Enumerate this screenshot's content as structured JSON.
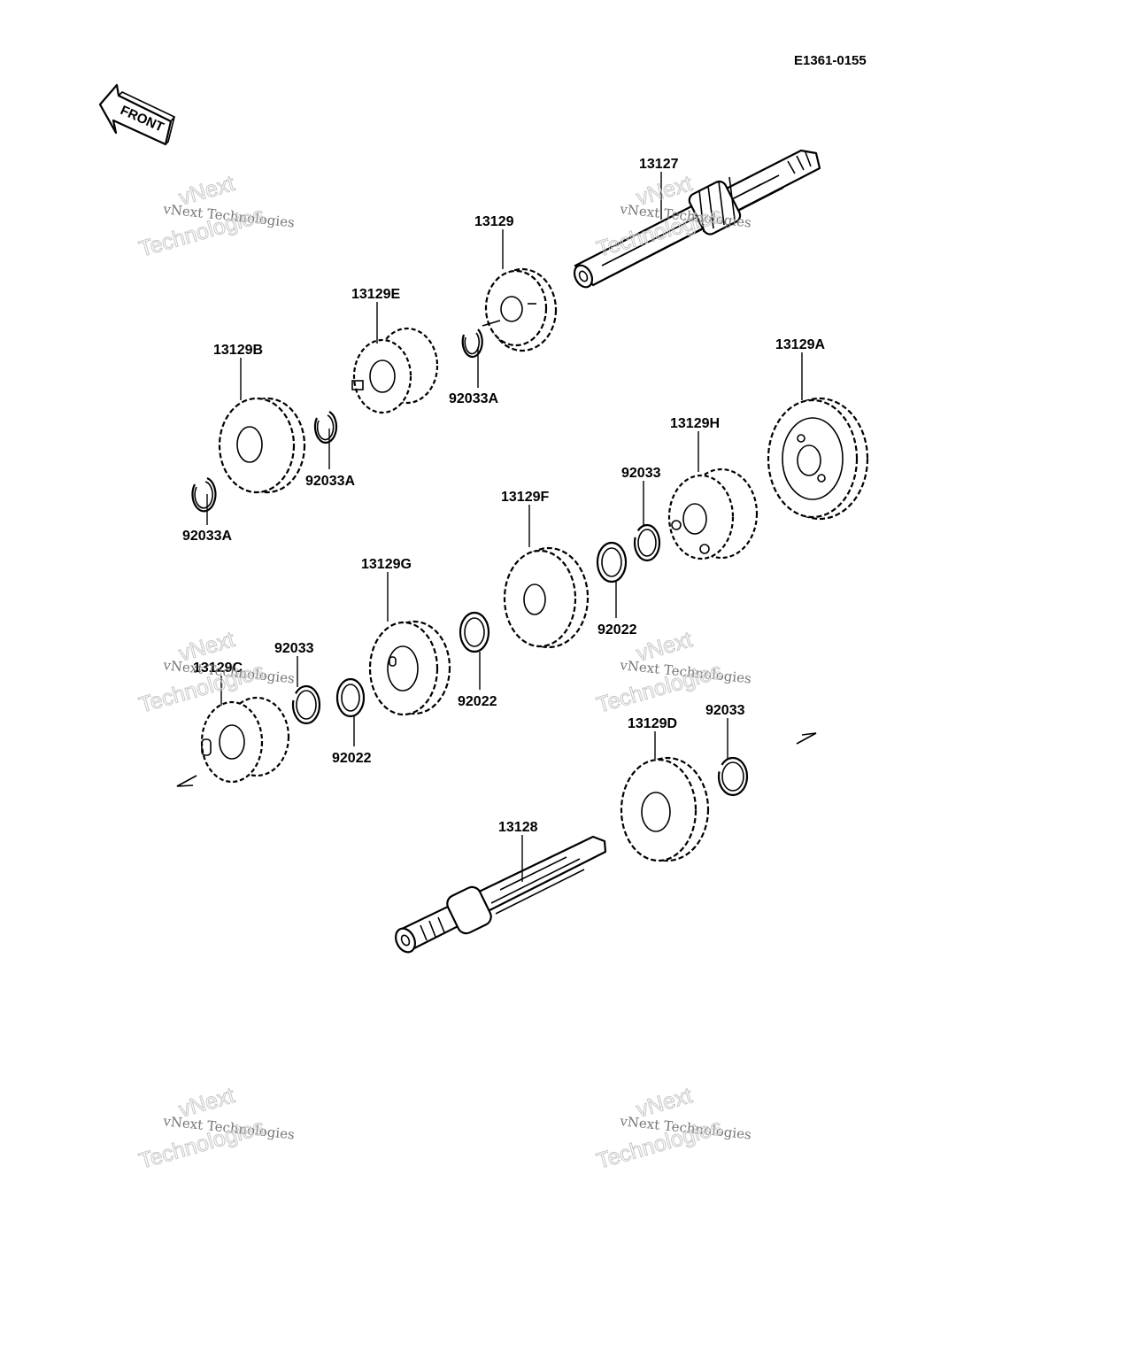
{
  "diagram_code": "E1361-0155",
  "front_label": "FRONT",
  "watermark": {
    "line1": "vNext Technologies",
    "line2_top": "vNext",
    "line2_bottom": "Technologies"
  },
  "parts": [
    {
      "id": "13127",
      "type": "shaft-main"
    },
    {
      "id": "13129",
      "type": "gear"
    },
    {
      "id": "13129E",
      "type": "gear"
    },
    {
      "id": "13129B",
      "type": "gear"
    },
    {
      "id": "13129A",
      "type": "gear"
    },
    {
      "id": "13129H",
      "type": "gear"
    },
    {
      "id": "13129F",
      "type": "gear"
    },
    {
      "id": "13129G",
      "type": "gear"
    },
    {
      "id": "13129C",
      "type": "gear"
    },
    {
      "id": "13129D",
      "type": "gear"
    },
    {
      "id": "13128",
      "type": "shaft-drive"
    },
    {
      "id": "92033A",
      "type": "circlip"
    },
    {
      "id": "92033",
      "type": "circlip"
    },
    {
      "id": "92022",
      "type": "washer"
    }
  ],
  "labels": {
    "p13127": "13127",
    "p13129": "13129",
    "p13129E": "13129E",
    "p13129B": "13129B",
    "p13129A": "13129A",
    "p13129H": "13129H",
    "p13129F": "13129F",
    "p13129G": "13129G",
    "p13129C": "13129C",
    "p13129D": "13129D",
    "p13128": "13128",
    "p92033A_1": "92033A",
    "p92033A_2": "92033A",
    "p92033A_3": "92033A",
    "p92033_1": "92033",
    "p92033_2": "92033",
    "p92033_3": "92033",
    "p92022_1": "92022",
    "p92022_2": "92022",
    "p92022_3": "92022"
  }
}
